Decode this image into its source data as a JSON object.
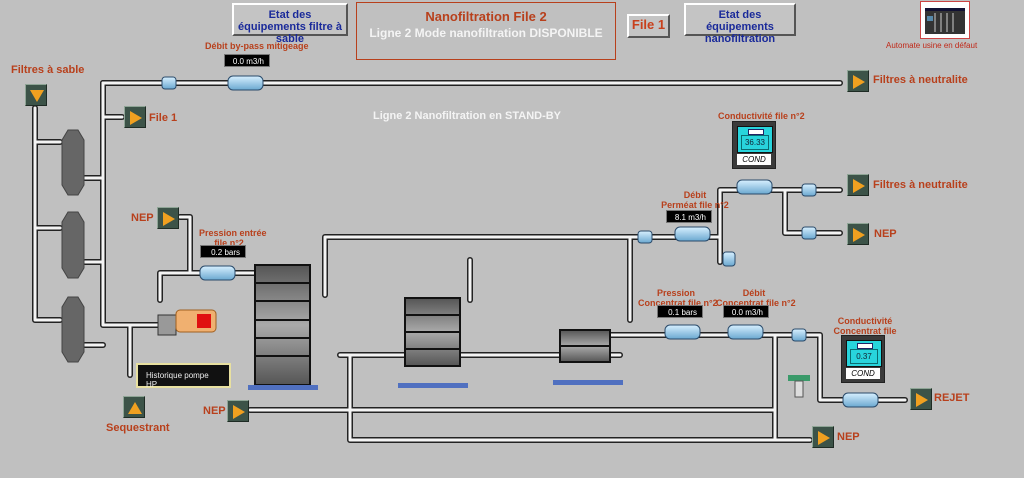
{
  "header": {
    "btn_sand_filters": "Etat des équipements filtre à sable",
    "title_main": "Nanofiltration File 2",
    "title_sub": "Ligne 2 Mode nanofiltration DISPONIBLE",
    "btn_file1": "File 1",
    "btn_nf_equipment": "Etat des équipements nanofiltration",
    "plc_caption": "Automate usine en défaut"
  },
  "status": {
    "line_status": "Ligne 2 Nanofiltration en STAND-BY"
  },
  "labels": {
    "sand_filters": "Filtres à sable",
    "file1": "File 1",
    "nep_left": "NEP",
    "sequestrant": "Sequestrant",
    "nep_bottom": "NEP",
    "neutral_filters_top": "Filtres à neutralite",
    "neutral_filters_perm": "Filtres à neutralite",
    "nep_perm": "NEP",
    "rejet": "REJET",
    "nep_bottom_right": "NEP",
    "bypass_flow": "Débit by-pass mitigeage",
    "inlet_pressure_l1": "Pression entrée",
    "inlet_pressure_l2": "file n°2",
    "permeat_flow_l1": "Débit",
    "permeat_flow_l2": "Perméat file n°2",
    "cond_file2": "Conductivité file n°2",
    "conc_pressure_l1": "Pression",
    "conc_pressure_l2": "Concentrat file n°2",
    "conc_flow_l1": "Débit",
    "conc_flow_l2": "Concentrat file n°2",
    "cond_conc_l1": "Conductivité",
    "cond_conc_l2": "Concentrat file"
  },
  "readouts": {
    "bypass_flow": "0.0  m3/h",
    "inlet_pressure": "0.2  bars",
    "permeat_flow": "8.1  m3/h",
    "conc_pressure": "0.1  bars",
    "conc_flow": "0.0  m3/h"
  },
  "conductivity": {
    "file2_value": "36.33",
    "file2_label": "COND",
    "conc_value": "0.37",
    "conc_label": "COND"
  },
  "pump": {
    "history_button": "Historique pompe HP",
    "status_color": "#e01010"
  },
  "colors": {
    "background": "#c0c0c0",
    "label_red": "#b8401c",
    "button_text_blue": "#1a2a9a",
    "arrow_orange": "#f0a020",
    "pipe": "#f4f4f4"
  }
}
